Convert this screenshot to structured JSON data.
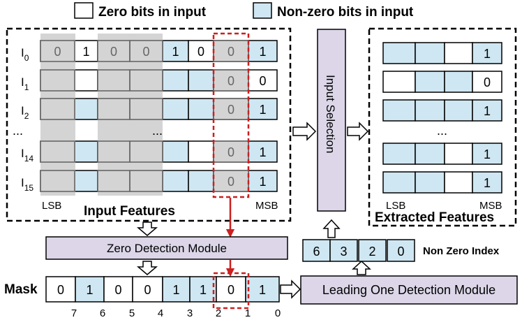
{
  "legend": {
    "zero_label": "Zero bits in input",
    "nonzero_label": "Non-zero bits in input"
  },
  "colors": {
    "zero_bit": "#ffffff",
    "nonzero_bit": "#cfe7f2",
    "gray_overlay": "#cccccc",
    "module_fill": "#dcd6e8",
    "highlight_red": "#cc1f1f"
  },
  "input_panel": {
    "title": "Input Features",
    "lsb": "LSB",
    "msb": "MSB",
    "ellipsis": "...",
    "rows": [
      {
        "label": "I",
        "sub": "0",
        "bits": [
          "0",
          "1",
          "0",
          "0",
          "1",
          "0",
          "0",
          "1"
        ]
      },
      {
        "label": "I",
        "sub": "1",
        "bits": [
          "",
          "",
          "",
          "",
          "",
          "",
          "0",
          "0"
        ]
      },
      {
        "label": "I",
        "sub": "2",
        "bits": [
          "",
          "",
          "",
          "",
          "",
          "",
          "0",
          "1"
        ]
      },
      {
        "label": "I",
        "sub": "14",
        "bits": [
          "",
          "",
          "",
          "",
          "",
          "",
          "0",
          "1"
        ]
      },
      {
        "label": "I",
        "sub": "15",
        "bits": [
          "",
          "",
          "",
          "",
          "",
          "",
          "0",
          "1"
        ]
      }
    ]
  },
  "input_selection": {
    "label": "Input Selection"
  },
  "extracted_panel": {
    "title": "Extracted Features",
    "lsb": "LSB",
    "msb": "MSB",
    "ellipsis": "...",
    "rows": [
      {
        "bits": [
          "",
          "",
          "",
          "1"
        ]
      },
      {
        "bits": [
          "",
          "",
          "",
          "0"
        ]
      },
      {
        "bits": [
          "",
          "",
          "",
          "1"
        ]
      },
      {
        "bits": [
          "",
          "",
          "",
          "1"
        ]
      },
      {
        "bits": [
          "",
          "",
          "",
          "1"
        ]
      }
    ]
  },
  "zero_detection": {
    "label": "Zero Detection Module"
  },
  "mask": {
    "label": "Mask",
    "bits": [
      "0",
      "1",
      "0",
      "0",
      "1",
      "1",
      "0",
      "1"
    ],
    "indices": [
      "7",
      "6",
      "5",
      "4",
      "3",
      "2",
      "1",
      "0"
    ]
  },
  "leading_one": {
    "label": "Leading One Detection Module"
  },
  "nonzero_index": {
    "label": "Non Zero Index",
    "values": [
      "6",
      "3",
      "2",
      "0"
    ]
  }
}
